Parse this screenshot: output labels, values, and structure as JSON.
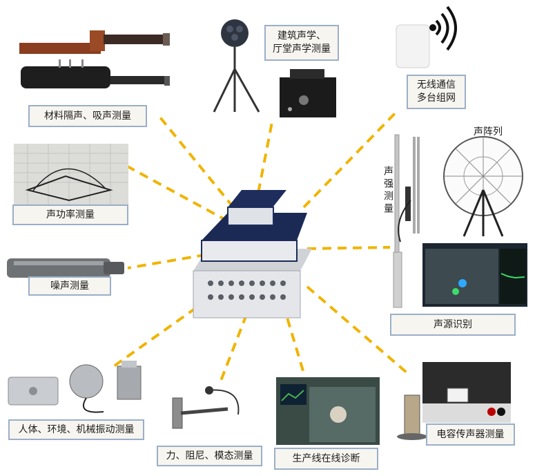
{
  "center": {
    "name": "data-acquisition-system"
  },
  "spoke_color": "#f0b400",
  "label_border_color": "#9aaec8",
  "applications": [
    {
      "id": "material",
      "label": "材料隔声、吸声测量"
    },
    {
      "id": "architectural",
      "label_line1": "建筑声学、",
      "label_line2": "厅堂声学测量"
    },
    {
      "id": "wireless",
      "label_line1": "无线通信",
      "label_line2": "多台组网"
    },
    {
      "id": "sound-power",
      "label": "声功率测量"
    },
    {
      "id": "sound-intensity",
      "label": "声强测量"
    },
    {
      "id": "array",
      "label": "声阵列"
    },
    {
      "id": "noise",
      "label": "噪声测量"
    },
    {
      "id": "source-id",
      "label": "声源识别"
    },
    {
      "id": "vibration",
      "label": "人体、环境、机械振动测量"
    },
    {
      "id": "force",
      "label": "力、阻尼、模态测量"
    },
    {
      "id": "production",
      "label": "生产线在线诊断"
    },
    {
      "id": "capacitor",
      "label": "电容传声器测量"
    }
  ]
}
